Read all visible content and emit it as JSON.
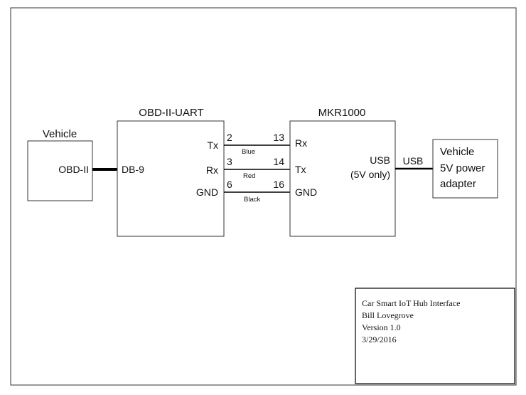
{
  "vehicle": {
    "title": "Vehicle",
    "connector": "OBD-II"
  },
  "obd_uart": {
    "title": "OBD-II-UART",
    "connector": "DB-9",
    "pins": {
      "tx": "Tx",
      "rx": "Rx",
      "gnd": "GND"
    }
  },
  "mkr1000": {
    "title": "MKR1000",
    "pins": {
      "rx": "Rx",
      "tx": "Tx",
      "gnd": "GND"
    },
    "usb_label": "USB",
    "usb_note": "(5V only)"
  },
  "wires": [
    {
      "from_pin": "2",
      "to_pin": "13",
      "color_name": "Blue"
    },
    {
      "from_pin": "3",
      "to_pin": "14",
      "color_name": "Red"
    },
    {
      "from_pin": "6",
      "to_pin": "16",
      "color_name": "Black"
    }
  ],
  "usb_link_label": "USB",
  "power_adapter": {
    "line1": "Vehicle",
    "line2": "5V power",
    "line3": "adapter"
  },
  "title_block": {
    "line1": "Car Smart IoT Hub Interface",
    "line2": "Bill Lovegrove",
    "line3": "Version 1.0",
    "line4": "3/29/2016"
  }
}
